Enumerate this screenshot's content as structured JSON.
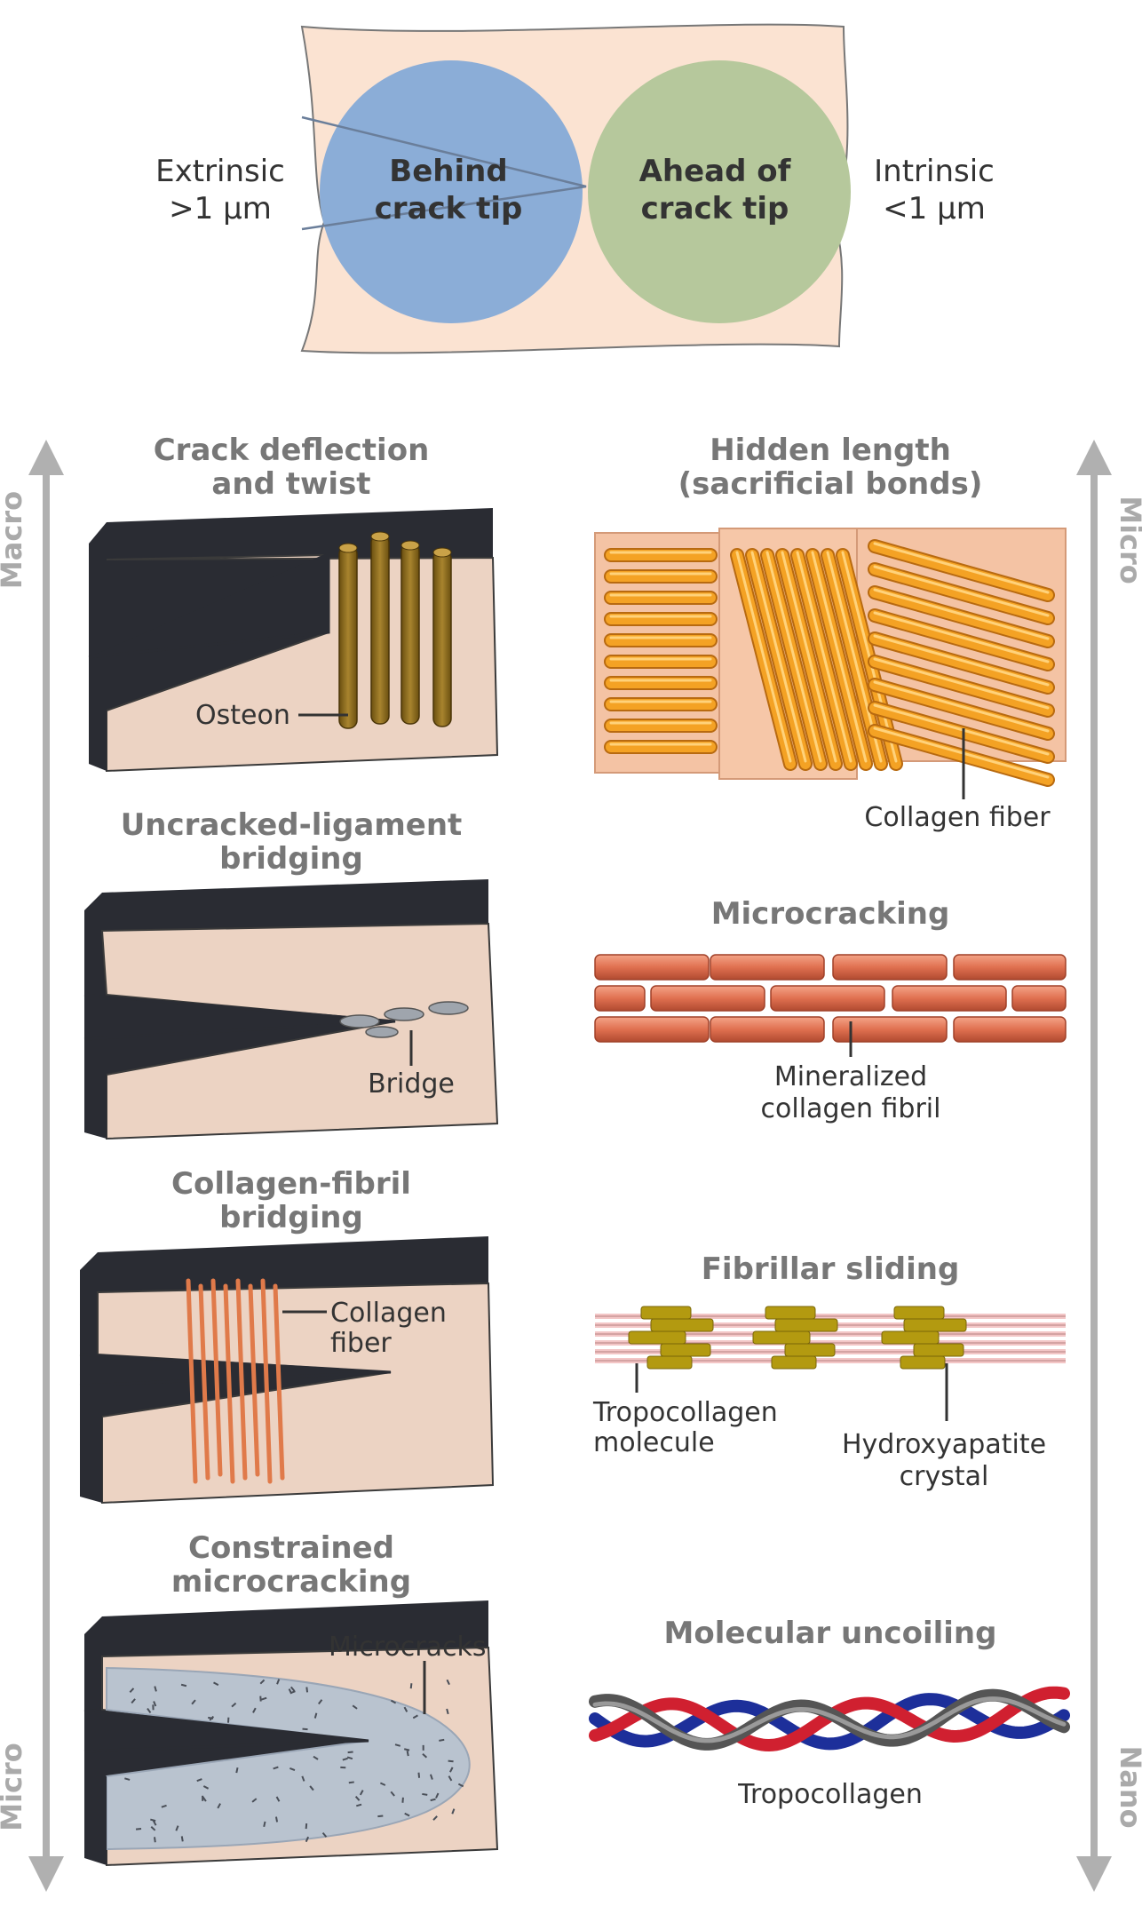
{
  "top": {
    "extrinsic": [
      "Extrinsic",
      ">1 µm"
    ],
    "intrinsic": [
      "Intrinsic",
      "<1 µm"
    ],
    "behind": [
      "Behind",
      "crack tip"
    ],
    "ahead": [
      "Ahead of",
      "crack tip"
    ],
    "colors": {
      "sheet": "#fbe3d2",
      "behind": "#8badd7",
      "ahead": "#b6c89c"
    }
  },
  "axes": {
    "left_top": "Macro",
    "left_bottom": "Micro",
    "right_top": "Micro",
    "right_bottom": "Nano"
  },
  "left": {
    "crack_deflection": {
      "title": [
        "Crack deflection",
        "and twist"
      ],
      "label": "Osteon"
    },
    "ligament_bridging": {
      "title": [
        "Uncracked-ligament",
        "bridging"
      ],
      "label": "Bridge"
    },
    "fibril_bridging": {
      "title": [
        "Collagen-fibril",
        "bridging"
      ],
      "label": [
        "Collagen",
        "fiber"
      ]
    },
    "constrained": {
      "title": [
        "Constrained",
        "microcracking"
      ],
      "label": "Microcracks"
    }
  },
  "right": {
    "hidden_length": {
      "title": [
        "Hidden length",
        "(sacrificial bonds)"
      ],
      "label": "Collagen fiber"
    },
    "microcracking": {
      "title": "Microcracking",
      "label": [
        "Mineralized",
        "collagen fibril"
      ]
    },
    "fibrillar_sliding": {
      "title": "Fibrillar sliding",
      "label_left": [
        "Tropocollagen",
        "molecule"
      ],
      "label_right": [
        "Hydroxyapatite",
        "crystal"
      ]
    },
    "uncoiling": {
      "title": "Molecular uncoiling",
      "label": "Tropocollagen"
    }
  },
  "colors": {
    "bone": "#ecd3c3",
    "bone_edge": "#2a2c33",
    "osteon": "#8a6a1e",
    "fiber": "#e07a4a",
    "rod": "#f0a020",
    "brick": "#e07050",
    "crystal": "#b39a10"
  }
}
